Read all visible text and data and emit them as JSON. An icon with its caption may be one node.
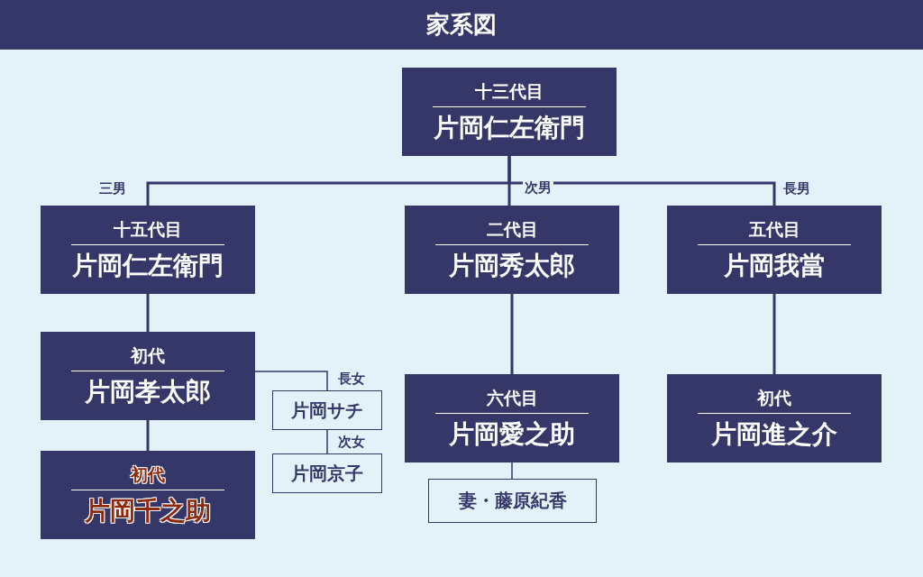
{
  "diagram": {
    "title": "家系図",
    "nodes": [
      {
        "text": [
          "十三代目",
          "片岡仁左衛門"
        ]
      },
      {
        "text": [
          "十五代目",
          "片岡仁左衛門"
        ]
      },
      {
        "text": [
          "二代目",
          "片岡秀太郎"
        ]
      },
      {
        "text": [
          "五代目",
          "片岡我當"
        ]
      },
      {
        "text": [
          "初代",
          "片岡孝太郎"
        ]
      },
      {
        "text": [
          "片岡サチ"
        ]
      },
      {
        "text": [
          "片岡京子"
        ]
      },
      {
        "text": [
          "初代",
          "片岡千之助"
        ]
      },
      {
        "text": [
          "六代目",
          "片岡愛之助"
        ]
      },
      {
        "text": [
          "妻・藤原紀香"
        ]
      },
      {
        "text": [
          "初代",
          "片岡進之介"
        ]
      }
    ],
    "edges": [
      {
        "from": 0,
        "to": 1,
        "arrow": "none",
        "label": "三男"
      },
      {
        "from": 0,
        "to": 2,
        "arrow": "none",
        "label": "次男"
      },
      {
        "from": 0,
        "to": 3,
        "arrow": "none",
        "label": "長男"
      },
      {
        "from": 1,
        "to": 4,
        "arrow": "none"
      },
      {
        "from": 4,
        "to": 7,
        "arrow": "none"
      },
      {
        "from": 4,
        "to": 5,
        "arrow": "none",
        "label": "長女"
      },
      {
        "from": 5,
        "to": 6,
        "arrow": "none",
        "label": "次女"
      },
      {
        "from": 2,
        "to": 8,
        "arrow": "none"
      },
      {
        "from": 3,
        "to": 10,
        "arrow": "none"
      },
      {
        "from": 8,
        "to": 9,
        "arrow": "none"
      }
    ]
  }
}
